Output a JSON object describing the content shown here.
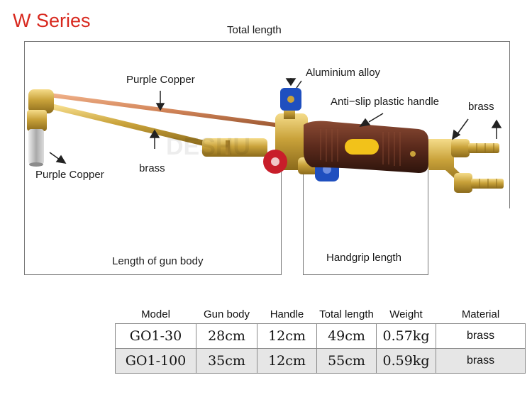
{
  "title": "W Series",
  "labels": {
    "total_length": "Total length",
    "purple_copper_tube": "Purple Copper",
    "aluminium_alloy": "Aluminium alloy",
    "anti_slip_handle": "Anti−slip plastic handle",
    "brass_fittings": "brass",
    "purple_copper_tip": "Purple Copper",
    "brass_body": "brass",
    "length_gun_body": "Length of gun body",
    "handgrip_length": "Handgrip length",
    "watermark": "DESHU"
  },
  "table": {
    "headers": [
      "Model",
      "Gun body",
      "Handle",
      "Total length",
      "Weight",
      "Material"
    ],
    "rows": [
      [
        "GO1-30",
        "28cm",
        "12cm",
        "49cm",
        "0.57kg",
        "brass"
      ],
      [
        "GO1-100",
        "35cm",
        "12cm",
        "55cm",
        "0.59kg",
        "brass"
      ]
    ]
  },
  "colors": {
    "title": "#d8281e",
    "copper": "#d3865a",
    "brass": "#c9a23a",
    "handle": "#5b2a1c",
    "valve_blue": "#1f4fbf",
    "valve_red": "#c81e2a",
    "badge_yellow": "#f2c21a"
  }
}
